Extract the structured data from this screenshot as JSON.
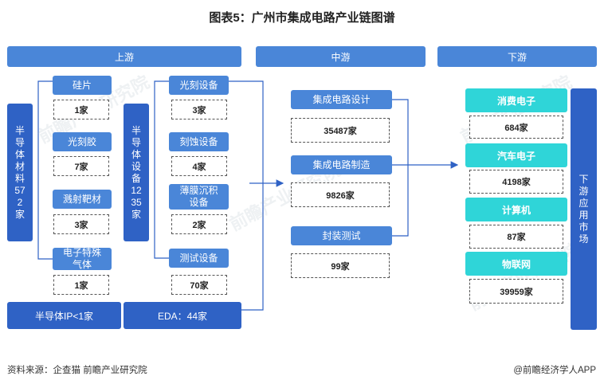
{
  "title": "图表5：广州市集成电路产业链图谱",
  "sections": {
    "upstream": "上游",
    "midstream": "中游",
    "downstream": "下游"
  },
  "upstream": {
    "materials_label": "半导体材料572家",
    "materials": [
      {
        "name": "硅片",
        "count": "1家"
      },
      {
        "name": "光刻胶",
        "count": "7家"
      },
      {
        "name": "溅射靶材",
        "count": "3家"
      },
      {
        "name": "电子特殊气体",
        "count": "1家"
      }
    ],
    "equipment_label": "半导体设备1235家",
    "equipment": [
      {
        "name": "光刻设备",
        "count": "3家"
      },
      {
        "name": "刻蚀设备",
        "count": "4家"
      },
      {
        "name": "薄膜沉积设备",
        "count": "2家"
      },
      {
        "name": "测试设备",
        "count": "70家"
      }
    ],
    "ip_label": "半导体IP<1家",
    "eda_label": "EDA：44家"
  },
  "midstream": [
    {
      "name": "集成电路设计",
      "count": "35487家"
    },
    {
      "name": "集成电路制造",
      "count": "9826家"
    },
    {
      "name": "封装测试",
      "count": "99家"
    }
  ],
  "downstream": {
    "market_label": "下游应用市场",
    "items": [
      {
        "name": "消费电子",
        "count": "684家"
      },
      {
        "name": "汽车电子",
        "count": "4198家"
      },
      {
        "name": "计算机",
        "count": "87家"
      },
      {
        "name": "物联网",
        "count": "39959家"
      }
    ]
  },
  "footer": {
    "source": "资料来源：企查猫 前瞻产业研究院",
    "brand": "@前瞻经济学人APP"
  },
  "colors": {
    "section_bar": "#4a86d8",
    "dark_blue": "#2f62c5",
    "cyan": "#2fd5d8",
    "line": "#2f62c5"
  }
}
